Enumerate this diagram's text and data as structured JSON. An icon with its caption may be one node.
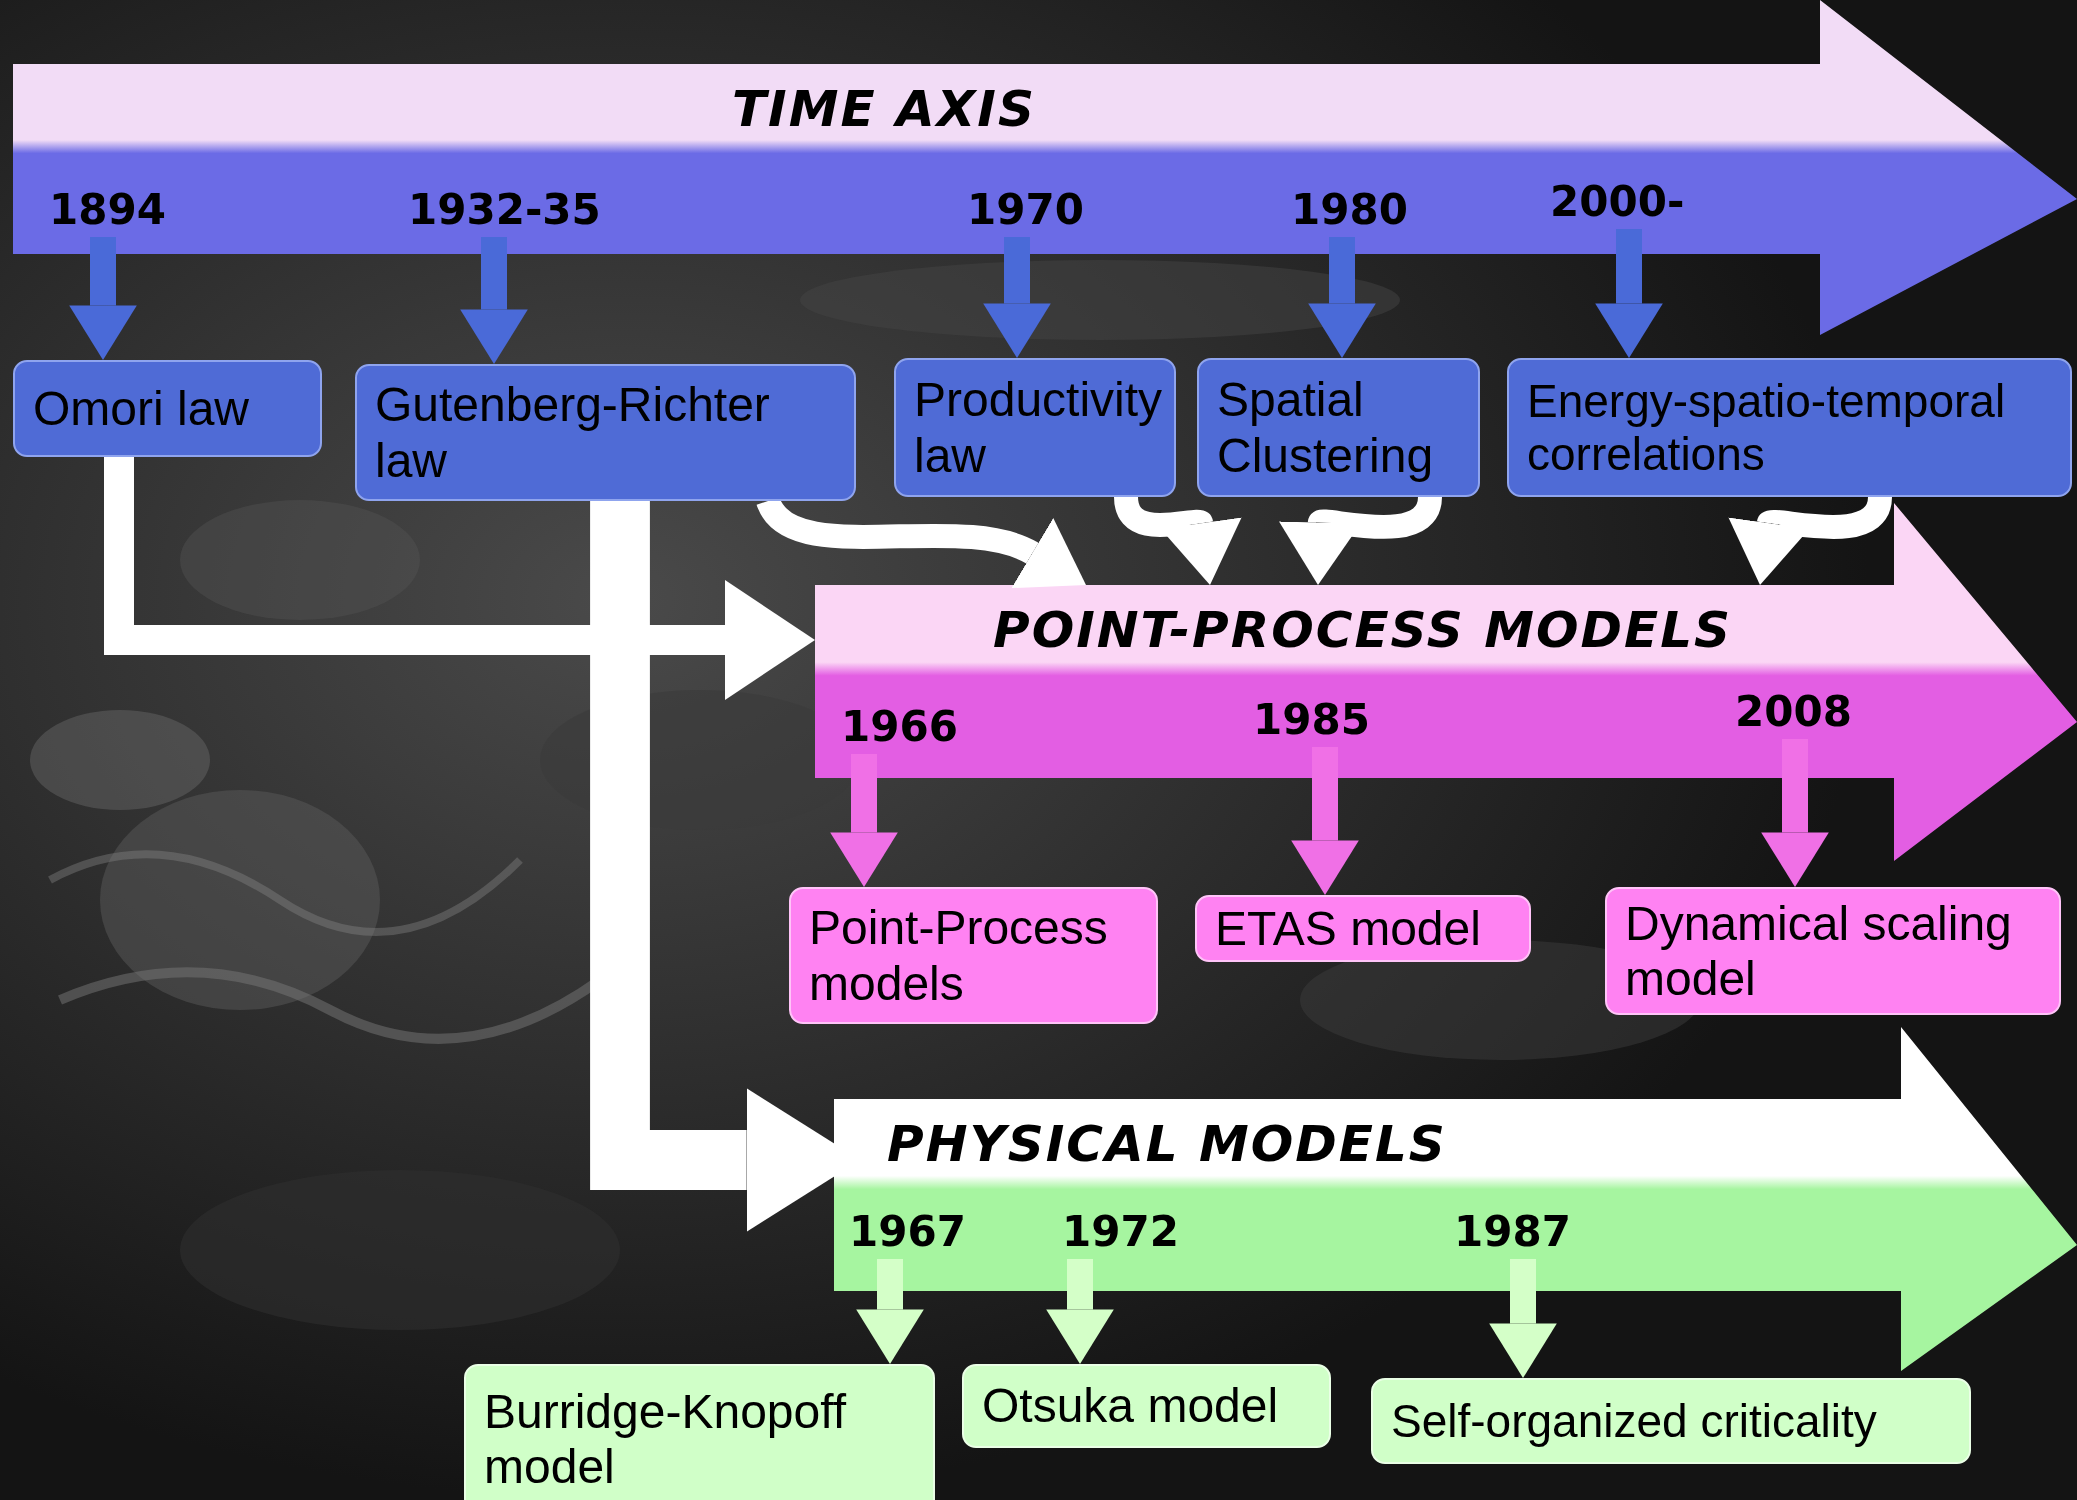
{
  "diagram": {
    "nodes": [
      {
        "text": [
          "TIME AXIS"
        ]
      },
      {
        "text": [
          "1894"
        ],
        "in": 0
      },
      {
        "text": [
          "1932-35"
        ],
        "in": 0
      },
      {
        "text": [
          "1970"
        ],
        "in": 0
      },
      {
        "text": [
          "1980"
        ],
        "in": 0
      },
      {
        "text": [
          "2000-"
        ],
        "in": 0
      },
      {
        "text": [
          "Omori law"
        ]
      },
      {
        "text": [
          "Gutenberg-Richter law"
        ]
      },
      {
        "text": [
          "Productivity law"
        ]
      },
      {
        "text": [
          "Spatial Clustering"
        ]
      },
      {
        "text": [
          "Energy-spatio-temporal correlations"
        ]
      },
      {
        "text": [
          "POINT-PROCESS MODELS"
        ]
      },
      {
        "text": [
          "1966"
        ],
        "in": 11
      },
      {
        "text": [
          "1985"
        ],
        "in": 11
      },
      {
        "text": [
          "2008"
        ],
        "in": 11
      },
      {
        "text": [
          "Point-Process models"
        ]
      },
      {
        "text": [
          "ETAS model"
        ]
      },
      {
        "text": [
          "Dynamical scaling model"
        ]
      },
      {
        "text": [
          "PHYSICAL MODELS"
        ]
      },
      {
        "text": [
          "1967"
        ],
        "in": 18
      },
      {
        "text": [
          "1972"
        ],
        "in": 18
      },
      {
        "text": [
          "1987"
        ],
        "in": 18
      },
      {
        "text": [
          "Burridge-Knopoff model"
        ]
      },
      {
        "text": [
          "Otsuka model"
        ]
      },
      {
        "text": [
          "Self-organized criticality"
        ]
      }
    ],
    "edges": [
      {
        "from": 1,
        "to": 6,
        "arrow": "to",
        "color": "#4a6ad8"
      },
      {
        "from": 2,
        "to": 7,
        "arrow": "to",
        "color": "#4a6ad8"
      },
      {
        "from": 3,
        "to": 8,
        "arrow": "to",
        "color": "#4a6ad8"
      },
      {
        "from": 4,
        "to": 9,
        "arrow": "to",
        "color": "#4a6ad8"
      },
      {
        "from": 5,
        "to": 10,
        "arrow": "to",
        "color": "#4a6ad8"
      },
      {
        "from": 12,
        "to": 15,
        "arrow": "to",
        "color": "#f070e6"
      },
      {
        "from": 13,
        "to": 16,
        "arrow": "to",
        "color": "#f070e6"
      },
      {
        "from": 14,
        "to": 17,
        "arrow": "to",
        "color": "#f070e6"
      },
      {
        "from": 19,
        "to": 22,
        "arrow": "to",
        "color": "#d4ffc8"
      },
      {
        "from": 20,
        "to": 23,
        "arrow": "to",
        "color": "#d4ffc8"
      },
      {
        "from": 21,
        "to": 24,
        "arrow": "to",
        "color": "#d4ffc8"
      },
      {
        "from": 6,
        "to": 11,
        "arrow": "to"
      },
      {
        "from": 7,
        "to": 18,
        "arrow": "to",
        "style": "thick"
      },
      {
        "from": 7,
        "to": 11,
        "arrow": "to"
      },
      {
        "from": 8,
        "to": 11,
        "arrow": "to"
      },
      {
        "from": 9,
        "to": 11,
        "arrow": "to"
      },
      {
        "from": 10,
        "to": 11,
        "arrow": "to"
      }
    ]
  }
}
